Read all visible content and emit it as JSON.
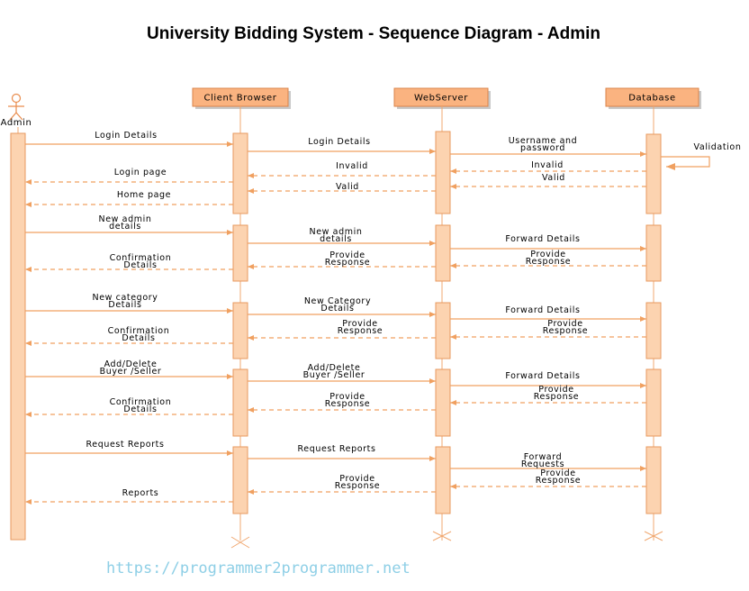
{
  "title": "University Bidding System - Sequence Diagram - Admin",
  "actor": {
    "label": "Admin"
  },
  "participants": [
    {
      "id": "browser",
      "label": "Client Browser"
    },
    {
      "id": "webserver",
      "label": "WebServer"
    },
    {
      "id": "database",
      "label": "Database"
    }
  ],
  "messages": [
    {
      "from": "admin",
      "to": "browser",
      "kind": "sync",
      "lines": [
        "Login Details"
      ]
    },
    {
      "from": "browser",
      "to": "webserver",
      "kind": "sync",
      "lines": [
        "Login Details"
      ]
    },
    {
      "from": "webserver",
      "to": "database",
      "kind": "sync",
      "lines": [
        "Username and",
        "password"
      ]
    },
    {
      "from": "database",
      "to": "database",
      "kind": "self",
      "lines": [
        "Validation"
      ]
    },
    {
      "from": "database",
      "to": "webserver",
      "kind": "return",
      "lines": [
        "Invalid"
      ]
    },
    {
      "from": "webserver",
      "to": "browser",
      "kind": "return",
      "lines": [
        "Invalid"
      ]
    },
    {
      "from": "browser",
      "to": "admin",
      "kind": "return",
      "lines": [
        "Login page"
      ]
    },
    {
      "from": "database",
      "to": "webserver",
      "kind": "return",
      "lines": [
        "Valid"
      ]
    },
    {
      "from": "webserver",
      "to": "browser",
      "kind": "return",
      "lines": [
        "Valid"
      ]
    },
    {
      "from": "browser",
      "to": "admin",
      "kind": "return",
      "lines": [
        "Home page"
      ]
    },
    {
      "from": "admin",
      "to": "browser",
      "kind": "sync",
      "lines": [
        "New admin",
        "details"
      ]
    },
    {
      "from": "browser",
      "to": "webserver",
      "kind": "sync",
      "lines": [
        "New admin",
        "details"
      ]
    },
    {
      "from": "webserver",
      "to": "database",
      "kind": "sync",
      "lines": [
        "Forward Details"
      ]
    },
    {
      "from": "database",
      "to": "webserver",
      "kind": "return",
      "lines": [
        "Provide",
        "Response"
      ]
    },
    {
      "from": "webserver",
      "to": "browser",
      "kind": "return",
      "lines": [
        "Provide",
        "Response"
      ]
    },
    {
      "from": "browser",
      "to": "admin",
      "kind": "return",
      "lines": [
        "Confirmation",
        "Details"
      ]
    },
    {
      "from": "admin",
      "to": "browser",
      "kind": "sync",
      "lines": [
        "New category",
        "Details"
      ]
    },
    {
      "from": "browser",
      "to": "webserver",
      "kind": "sync",
      "lines": [
        "New Category",
        "Details"
      ]
    },
    {
      "from": "webserver",
      "to": "database",
      "kind": "sync",
      "lines": [
        "Forward Details"
      ]
    },
    {
      "from": "database",
      "to": "webserver",
      "kind": "return",
      "lines": [
        "Provide",
        "Response"
      ]
    },
    {
      "from": "webserver",
      "to": "browser",
      "kind": "return",
      "lines": [
        "Provide",
        "Response"
      ]
    },
    {
      "from": "browser",
      "to": "admin",
      "kind": "return",
      "lines": [
        "Confirmation",
        "Details"
      ]
    },
    {
      "from": "admin",
      "to": "browser",
      "kind": "sync",
      "lines": [
        "Add/Delete",
        "Buyer /Seller"
      ]
    },
    {
      "from": "browser",
      "to": "webserver",
      "kind": "sync",
      "lines": [
        "Add/Delete",
        "Buyer /Seller"
      ]
    },
    {
      "from": "webserver",
      "to": "database",
      "kind": "sync",
      "lines": [
        "Forward Details"
      ]
    },
    {
      "from": "database",
      "to": "webserver",
      "kind": "return",
      "lines": [
        "Provide",
        "Response"
      ]
    },
    {
      "from": "webserver",
      "to": "browser",
      "kind": "return",
      "lines": [
        "Provide",
        "Response"
      ]
    },
    {
      "from": "browser",
      "to": "admin",
      "kind": "return",
      "lines": [
        "Confirmation",
        "Details"
      ]
    },
    {
      "from": "admin",
      "to": "browser",
      "kind": "sync",
      "lines": [
        "Request Reports"
      ]
    },
    {
      "from": "browser",
      "to": "webserver",
      "kind": "sync",
      "lines": [
        "Request Reports"
      ]
    },
    {
      "from": "webserver",
      "to": "database",
      "kind": "sync",
      "lines": [
        "Forward",
        "Requests"
      ]
    },
    {
      "from": "database",
      "to": "webserver",
      "kind": "return",
      "lines": [
        "Provide",
        "Response"
      ]
    },
    {
      "from": "webserver",
      "to": "browser",
      "kind": "return",
      "lines": [
        "Provide",
        "Response"
      ]
    },
    {
      "from": "browser",
      "to": "admin",
      "kind": "return",
      "lines": [
        "Reports"
      ]
    }
  ],
  "watermark": "https://programmer2programmer.net"
}
